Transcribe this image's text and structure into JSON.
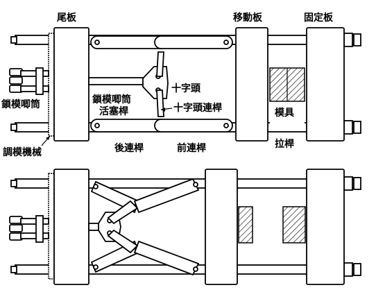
{
  "labels": {
    "rear_plate": "尾板",
    "moving_plate": "移動板",
    "fixed_plate": "固定板",
    "crosshead": "十字頭",
    "clamp_cylinder": "鎖模唧筒",
    "clamp_piston": "鎖模唧筒\n活塞桿",
    "crosshead_link": "十字頭連桿",
    "mold": "模具",
    "rear_link": "後連桿",
    "front_link": "前連桿",
    "tie_bar": "拉桿",
    "mold_adjust": "調模機械"
  },
  "colors": {
    "stroke": "#000000",
    "fill": "#ffffff"
  }
}
